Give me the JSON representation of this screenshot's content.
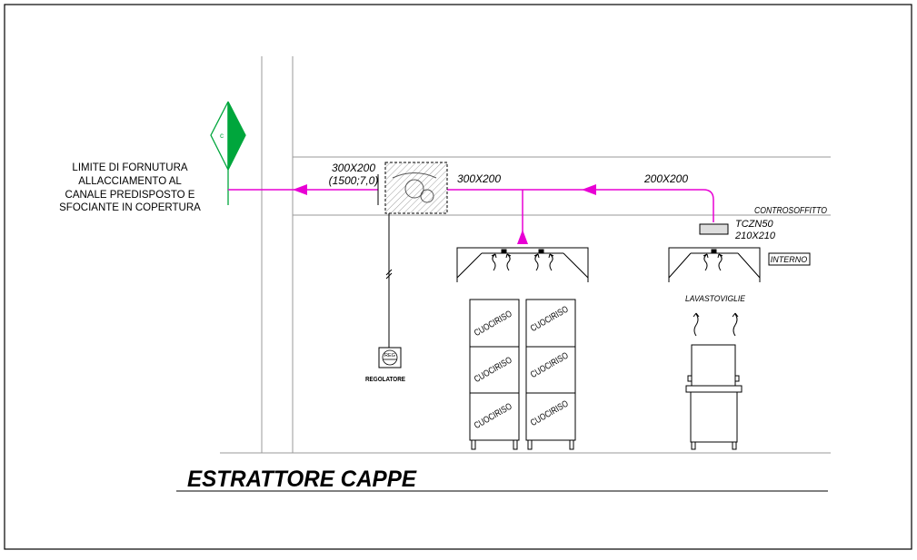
{
  "colors": {
    "line": "#000000",
    "duct": "#e800d4",
    "symbol_green": "#00a63c",
    "grid": "#9a9a9a"
  },
  "boundary": {
    "label_lines": [
      "LIMITE DI FORNUTURA",
      "ALLACCIAMENTO AL",
      "CANALE PREDISPOSTO E",
      "SFOCIANTE IN COPERTURA"
    ],
    "symbol_letter": "c"
  },
  "extractor": {
    "size_label": "300X200",
    "spec_label": "(1500;7,0)"
  },
  "ducts": {
    "main_label": "300X200",
    "branch_label": "200X200"
  },
  "ceiling": {
    "label": "CONTROSOFFITTO"
  },
  "diffuser": {
    "model": "TCZN50",
    "size": "210X210"
  },
  "room": {
    "label": "INTERNO"
  },
  "regulator": {
    "badge": "REG",
    "label": "REGOLATORE"
  },
  "cooker": {
    "label": "CUOCIRISO"
  },
  "dishwasher": {
    "label": "LAVASTOVIGLIE"
  },
  "title": "ESTRATTORE CAPPE"
}
